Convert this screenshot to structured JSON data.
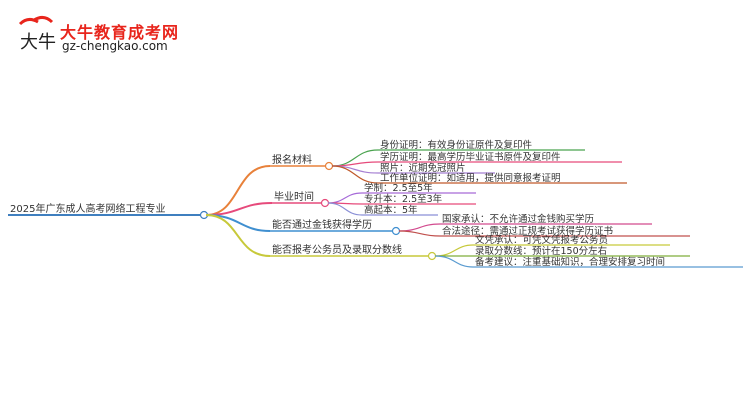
{
  "logo": {
    "title": "大牛教育成考网",
    "url": "gz-chengkao.com",
    "mark_chars": "大牛"
  },
  "root": {
    "label": "2025年广东成人高考网络工程专业"
  },
  "branches": [
    {
      "label": "报名材料",
      "color": "#e8813a",
      "items": [
        {
          "text": "身份证明：有效身份证原件及复印件",
          "color": "#4aa34f"
        },
        {
          "text": "学历证明：最高学历毕业证书原件及复印件",
          "color": "#e64a7b"
        },
        {
          "text": "照片：近期免冠照片",
          "color": "#a57fd2"
        },
        {
          "text": "工作单位证明：如适用，提供同意报考证明",
          "color": "#c0592a"
        }
      ]
    },
    {
      "label": "毕业时间",
      "color": "#e64a7b",
      "items": [
        {
          "text": "学制：2.5至5年",
          "color": "#a66ad8"
        },
        {
          "text": "专升本：2.5至3年",
          "color": "#e64a7b"
        },
        {
          "text": "高起本：5年",
          "color": "#8a8fd6"
        }
      ]
    },
    {
      "label": "能否通过金钱获得学历",
      "color": "#3f8fd0",
      "items": [
        {
          "text": "国家承认：不允许通过金钱购买学历",
          "color": "#d24a8e"
        },
        {
          "text": "合法途径：需通过正规考试获得学历证书",
          "color": "#c0504d"
        }
      ]
    },
    {
      "label": "能否报考公务员及录取分数线",
      "color": "#c7c93a",
      "items": [
        {
          "text": "文凭承认：可凭文凭报考公务员",
          "color": "#c7c93a"
        },
        {
          "text": "录取分数线：预计在150分左右",
          "color": "#7fae3a"
        },
        {
          "text": "备考建议：注重基础知识，合理安排复习时间",
          "color": "#5a9bd0"
        }
      ]
    }
  ]
}
